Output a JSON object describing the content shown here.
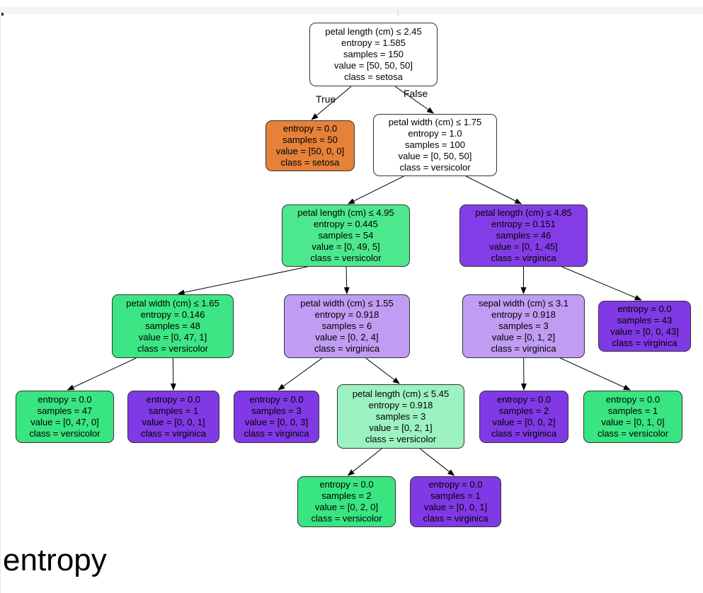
{
  "caption": "entropy",
  "edge_labels": {
    "true": "True",
    "false": "False"
  },
  "colors": {
    "setosa": "#e58139",
    "versicolor": "#39e581",
    "virginica": "#8139e5",
    "white": "#ffffff"
  },
  "nodes": [
    {
      "id": "n0",
      "lines": [
        "petal length (cm) ≤ 2.45",
        "entropy = 1.585",
        "samples = 150",
        "value = [50, 50, 50]",
        "class = setosa"
      ],
      "fill": "#ffffff"
    },
    {
      "id": "n1",
      "lines": [
        "entropy = 0.0",
        "samples = 50",
        "value = [50, 0, 0]",
        "class = setosa"
      ],
      "fill": "#e58139"
    },
    {
      "id": "n2",
      "lines": [
        "petal width (cm) ≤ 1.75",
        "entropy = 1.0",
        "samples = 100",
        "value = [0, 50, 50]",
        "class = versicolor"
      ],
      "fill": "#ffffff"
    },
    {
      "id": "n3",
      "lines": [
        "petal length (cm) ≤ 4.95",
        "entropy = 0.445",
        "samples = 54",
        "value = [0, 49, 5]",
        "class = versicolor"
      ],
      "fill": "#4de88e"
    },
    {
      "id": "n4",
      "lines": [
        "petal length (cm) ≤ 4.85",
        "entropy = 0.151",
        "samples = 46",
        "value = [0, 1, 45]",
        "class = virginica"
      ],
      "fill": "#843de6"
    },
    {
      "id": "n5",
      "lines": [
        "petal width (cm) ≤ 1.65",
        "entropy = 0.146",
        "samples = 48",
        "value = [0, 47, 1]",
        "class = versicolor"
      ],
      "fill": "#3de684"
    },
    {
      "id": "n6",
      "lines": [
        "petal width (cm) ≤ 1.55",
        "entropy = 0.918",
        "samples = 6",
        "value = [0, 2, 4]",
        "class = virginica"
      ],
      "fill": "#c09cf2"
    },
    {
      "id": "n7",
      "lines": [
        "sepal width (cm) ≤ 3.1",
        "entropy = 0.918",
        "samples = 3",
        "value = [0, 1, 2]",
        "class = virginica"
      ],
      "fill": "#c09cf2"
    },
    {
      "id": "n8",
      "lines": [
        "entropy = 0.0",
        "samples = 43",
        "value = [0, 0, 43]",
        "class = virginica"
      ],
      "fill": "#8139e5"
    },
    {
      "id": "n9",
      "lines": [
        "entropy = 0.0",
        "samples = 47",
        "value = [0, 47, 0]",
        "class = versicolor"
      ],
      "fill": "#39e581"
    },
    {
      "id": "n10",
      "lines": [
        "entropy = 0.0",
        "samples = 1",
        "value = [0, 0, 1]",
        "class = virginica"
      ],
      "fill": "#8139e5"
    },
    {
      "id": "n11",
      "lines": [
        "entropy = 0.0",
        "samples = 3",
        "value = [0, 0, 3]",
        "class = virginica"
      ],
      "fill": "#8139e5"
    },
    {
      "id": "n12",
      "lines": [
        "petal length (cm) ≤ 5.45",
        "entropy = 0.918",
        "samples = 3",
        "value = [0, 2, 1]",
        "class = versicolor"
      ],
      "fill": "#9cf2c0"
    },
    {
      "id": "n13",
      "lines": [
        "entropy = 0.0",
        "samples = 2",
        "value = [0, 0, 2]",
        "class = virginica"
      ],
      "fill": "#8139e5"
    },
    {
      "id": "n14",
      "lines": [
        "entropy = 0.0",
        "samples = 1",
        "value = [0, 1, 0]",
        "class = versicolor"
      ],
      "fill": "#39e581"
    },
    {
      "id": "n15",
      "lines": [
        "entropy = 0.0",
        "samples = 2",
        "value = [0, 2, 0]",
        "class = versicolor"
      ],
      "fill": "#39e581"
    },
    {
      "id": "n16",
      "lines": [
        "entropy = 0.0",
        "samples = 1",
        "value = [0, 0, 1]",
        "class = virginica"
      ],
      "fill": "#8139e5"
    }
  ],
  "edges": [
    {
      "from": "n0",
      "to": "n1"
    },
    {
      "from": "n0",
      "to": "n2"
    },
    {
      "from": "n2",
      "to": "n3"
    },
    {
      "from": "n2",
      "to": "n4"
    },
    {
      "from": "n3",
      "to": "n5"
    },
    {
      "from": "n3",
      "to": "n6"
    },
    {
      "from": "n4",
      "to": "n7"
    },
    {
      "from": "n4",
      "to": "n8"
    },
    {
      "from": "n5",
      "to": "n9"
    },
    {
      "from": "n5",
      "to": "n10"
    },
    {
      "from": "n6",
      "to": "n11"
    },
    {
      "from": "n6",
      "to": "n12"
    },
    {
      "from": "n7",
      "to": "n13"
    },
    {
      "from": "n7",
      "to": "n14"
    },
    {
      "from": "n12",
      "to": "n15"
    },
    {
      "from": "n12",
      "to": "n16"
    }
  ]
}
